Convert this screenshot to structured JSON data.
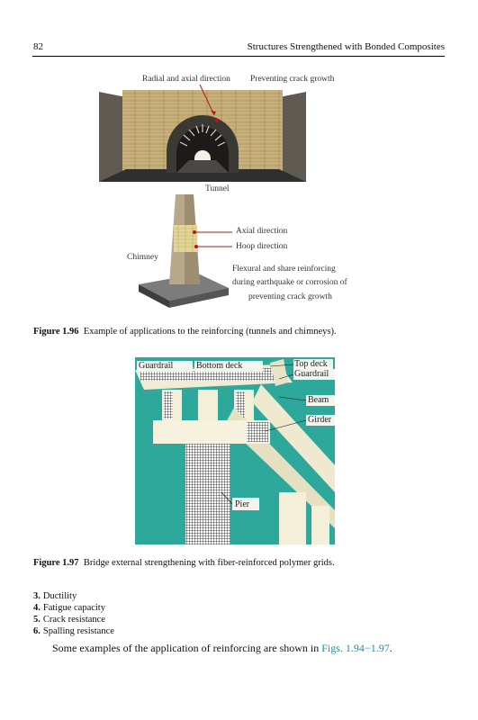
{
  "header": {
    "page_number": "82",
    "running_title": "Structures Strengthened with Bonded Composites"
  },
  "figure_196": {
    "label_radial": "Radial and axial direction",
    "label_preventing": "Preventing crack growth",
    "label_tunnel": "Tunnel",
    "label_axial": "Axial direction",
    "label_hoop": "Hoop direction",
    "label_chimney": "Chimney",
    "label_flex_1": "Flexural and share reinforcing",
    "label_flex_2": "during earthquake or corrosion of",
    "label_flex_3": "preventing crack growth",
    "caption_num": "Figure 1.96",
    "caption_text": "Example of applications to the reinforcing (tunnels and chimneys)."
  },
  "figure_197": {
    "label_guardrail": "Guardrail",
    "label_bottom_deck": "Bottom deck",
    "label_top_deck": "Top deck",
    "label_guardrail_right": "Guardrail",
    "label_beam": "Beam",
    "label_girder": "Girder",
    "label_pier": "Pier",
    "caption_num": "Figure 1.97",
    "caption_text": "Bridge external strengthening with fiber-reinforced polymer grids."
  },
  "list": [
    {
      "num": "3.",
      "text": "Ductility"
    },
    {
      "num": "4.",
      "text": "Fatigue capacity"
    },
    {
      "num": "5.",
      "text": "Crack resistance"
    },
    {
      "num": "6.",
      "text": "Spalling resistance"
    }
  ],
  "paragraph": {
    "text": "Some examples of the application of reinforcing are shown in",
    "ref": "Figs. 1.94−1.97",
    "end": "."
  },
  "colors": {
    "link": "#1a8fb0",
    "bridge_bg": "#2fa89c",
    "stone": "#c9b47e"
  }
}
